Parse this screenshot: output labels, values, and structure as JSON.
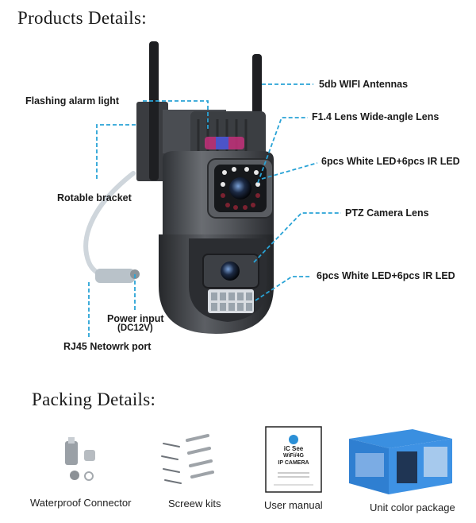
{
  "products_title": "Products Details:",
  "packing_title": "Packing Details:",
  "callouts": {
    "antennas": "5db WIFI Antennas",
    "alarm_light": "Flashing alarm light",
    "lens_f14": "F1.4 Lens Wide-angle Lens",
    "led_top": "6pcs White LED+6pcs IR LED",
    "bracket": "Rotable bracket",
    "ptz_lens": "PTZ Camera Lens",
    "led_bottom": "6pcs White LED+6pcs IR LED",
    "power_input": "Power input",
    "power_voltage": "(DC12V)",
    "rj45": "RJ45 Netowrk port"
  },
  "packing_items": [
    {
      "label": "Waterproof Connector"
    },
    {
      "label": "Screew kits"
    },
    {
      "label": "User manual"
    },
    {
      "label": "Unit color package"
    }
  ],
  "manual_text": {
    "brand": "iC See",
    "line1": "WiFi/4G",
    "line2": "IP CAMERA"
  },
  "colors": {
    "callout_line": "#29a3d6",
    "camera_body": "#4a4d52",
    "package_blue": "#2f7fd1"
  }
}
